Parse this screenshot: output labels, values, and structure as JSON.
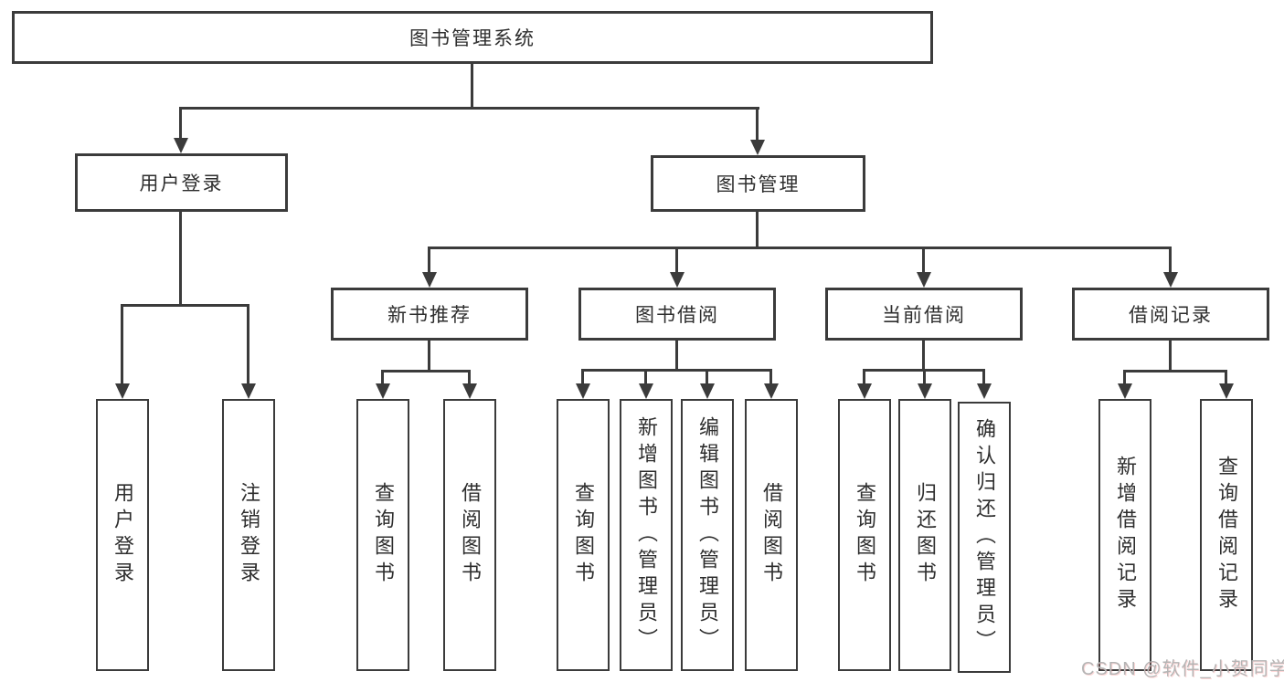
{
  "diagram": {
    "type": "hierarchy",
    "tree": {
      "label": "图书管理系统",
      "children": [
        {
          "label": "用户登录",
          "children": [
            {
              "label": "用户登录"
            },
            {
              "label": "注销登录"
            }
          ]
        },
        {
          "label": "图书管理",
          "children": [
            {
              "label": "新书推荐",
              "children": [
                {
                  "label": "查询图书"
                },
                {
                  "label": "借阅图书"
                }
              ]
            },
            {
              "label": "图书借阅",
              "children": [
                {
                  "label": "查询图书"
                },
                {
                  "label": "新增图书（管理员）"
                },
                {
                  "label": "编辑图书（管理员）"
                },
                {
                  "label": "借阅图书"
                }
              ]
            },
            {
              "label": "当前借阅",
              "children": [
                {
                  "label": "查询图书"
                },
                {
                  "label": "归还图书"
                },
                {
                  "label": "确认归还（管理员）"
                }
              ]
            },
            {
              "label": "借阅记录",
              "children": [
                {
                  "label": "新增借阅记录"
                },
                {
                  "label": "查询借阅记录"
                }
              ]
            }
          ]
        }
      ]
    },
    "colors": {
      "line": "#3b3b3b",
      "box_border": "#3b3b3b",
      "box_fill": "#ffffff",
      "text": "#2e2e2e",
      "watermark": "#b5b5b5"
    }
  },
  "watermark": {
    "text": "CSDN @软件_小贺同学"
  }
}
